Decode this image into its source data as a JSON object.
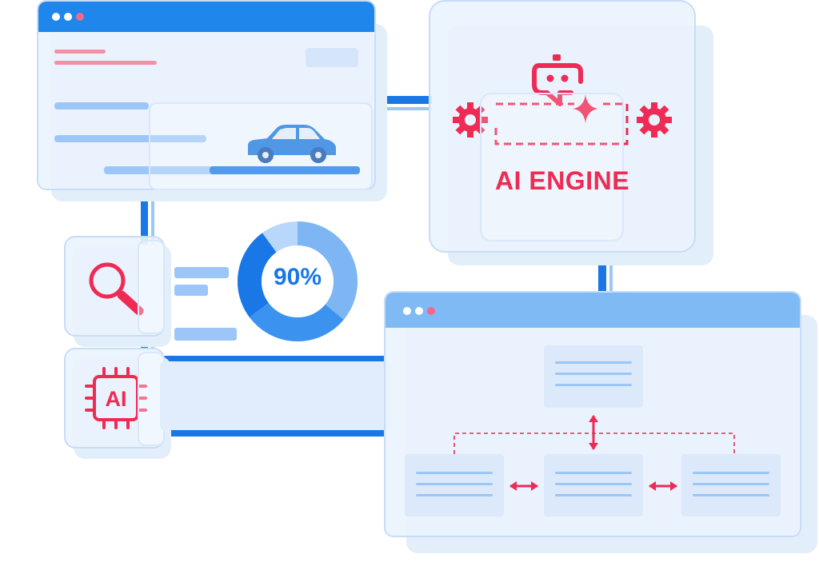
{
  "engine": {
    "label": "AI ENGINE"
  },
  "donut": {
    "label": "90%",
    "value": 90
  },
  "chip": {
    "label": "AI"
  },
  "colors": {
    "accent_red": "#ee2b54",
    "primary_blue": "#1978e6",
    "light_blue": "#9cc6f7",
    "panel_fill": "#eaf3fd",
    "panel_border": "#c9dcf7"
  },
  "icons": [
    "robot-icon",
    "gear-icon",
    "sparkle-icon",
    "car-icon",
    "search-icon",
    "ai-chip-icon",
    "double-arrow-icon"
  ]
}
